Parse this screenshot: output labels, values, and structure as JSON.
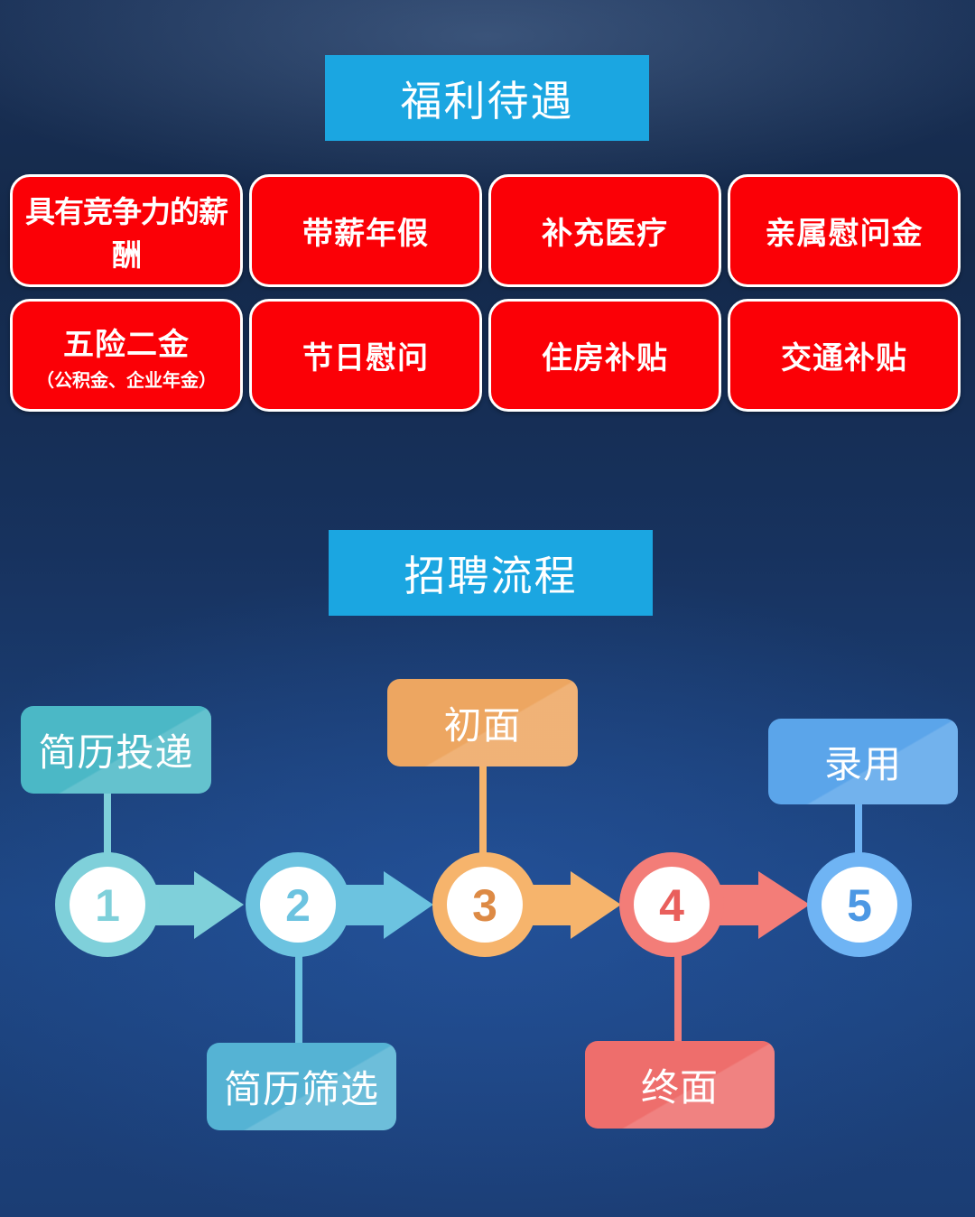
{
  "benefits_title": "福利待遇",
  "benefits": [
    {
      "main": "具有竞争力的薪酬",
      "sub": ""
    },
    {
      "main": "带薪年假",
      "sub": ""
    },
    {
      "main": "补充医疗",
      "sub": ""
    },
    {
      "main": "亲属慰问金",
      "sub": ""
    },
    {
      "main": "五险二金",
      "sub": "（公积金、企业年金）"
    },
    {
      "main": "节日慰问",
      "sub": ""
    },
    {
      "main": "住房补贴",
      "sub": ""
    },
    {
      "main": "交通补贴",
      "sub": ""
    }
  ],
  "process_title": "招聘流程",
  "steps": [
    {
      "number": "1",
      "label": "简历投递",
      "color": "#4bb8c6",
      "ring": "#7fd0da"
    },
    {
      "number": "2",
      "label": "简历筛选",
      "color": "#55b3d4",
      "ring": "#6cc3e0"
    },
    {
      "number": "3",
      "label": "初面",
      "color": "#eda661",
      "ring": "#f6b46c"
    },
    {
      "number": "4",
      "label": "终面",
      "color": "#ee6e6c",
      "ring": "#f37d78"
    },
    {
      "number": "5",
      "label": "录用",
      "color": "#5ba5ea",
      "ring": "#6fb4f4"
    }
  ]
}
